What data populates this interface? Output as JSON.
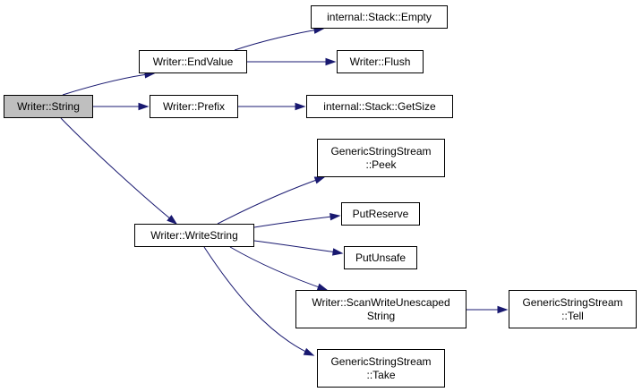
{
  "colors": {
    "edge": "#191970",
    "root_fill": "#bfbfbf",
    "node_fill": "#ffffff",
    "border": "#000000"
  },
  "nodes": {
    "writer_string": {
      "lines": [
        "Writer::String"
      ]
    },
    "writer_endvalue": {
      "lines": [
        "Writer::EndValue"
      ]
    },
    "writer_prefix": {
      "lines": [
        "Writer::Prefix"
      ]
    },
    "writer_writestring": {
      "lines": [
        "Writer::WriteString"
      ]
    },
    "stack_empty": {
      "lines": [
        "internal::Stack::Empty"
      ]
    },
    "writer_flush": {
      "lines": [
        "Writer::Flush"
      ]
    },
    "stack_getsize": {
      "lines": [
        "internal::Stack::GetSize"
      ]
    },
    "gss_peek": {
      "lines": [
        "GenericStringStream",
        "::Peek"
      ]
    },
    "putreserve": {
      "lines": [
        "PutReserve"
      ]
    },
    "putunsafe": {
      "lines": [
        "PutUnsafe"
      ]
    },
    "writer_scanwriteunescaped": {
      "lines": [
        "Writer::ScanWriteUnescaped",
        "String"
      ]
    },
    "gss_take": {
      "lines": [
        "GenericStringStream",
        "::Take"
      ]
    },
    "gss_tell": {
      "lines": [
        "GenericStringStream",
        "::Tell"
      ]
    }
  },
  "edges": [
    {
      "from": "writer_string",
      "to": "writer_endvalue"
    },
    {
      "from": "writer_string",
      "to": "writer_prefix"
    },
    {
      "from": "writer_string",
      "to": "writer_writestring"
    },
    {
      "from": "writer_endvalue",
      "to": "stack_empty"
    },
    {
      "from": "writer_endvalue",
      "to": "writer_flush"
    },
    {
      "from": "writer_prefix",
      "to": "stack_getsize"
    },
    {
      "from": "writer_writestring",
      "to": "gss_peek"
    },
    {
      "from": "writer_writestring",
      "to": "putreserve"
    },
    {
      "from": "writer_writestring",
      "to": "putunsafe"
    },
    {
      "from": "writer_writestring",
      "to": "writer_scanwriteunescaped"
    },
    {
      "from": "writer_writestring",
      "to": "gss_take"
    },
    {
      "from": "writer_scanwriteunescaped",
      "to": "gss_tell"
    }
  ]
}
